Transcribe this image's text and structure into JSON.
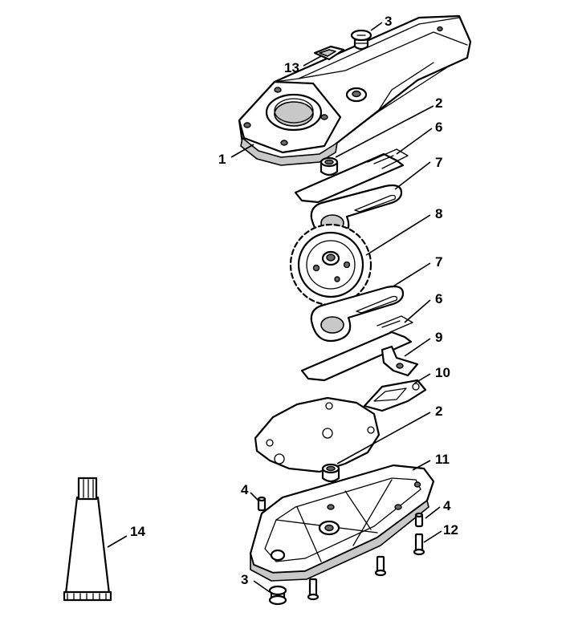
{
  "callouts": {
    "c1": "1",
    "c2a": "2",
    "c2b": "2",
    "c3a": "3",
    "c3b": "3",
    "c4a": "4",
    "c4b": "4",
    "c6a": "6",
    "c6b": "6",
    "c7a": "7",
    "c7b": "7",
    "c8": "8",
    "c9": "9",
    "c10": "10",
    "c11": "11",
    "c12": "12",
    "c13": "13",
    "c14": "14"
  }
}
